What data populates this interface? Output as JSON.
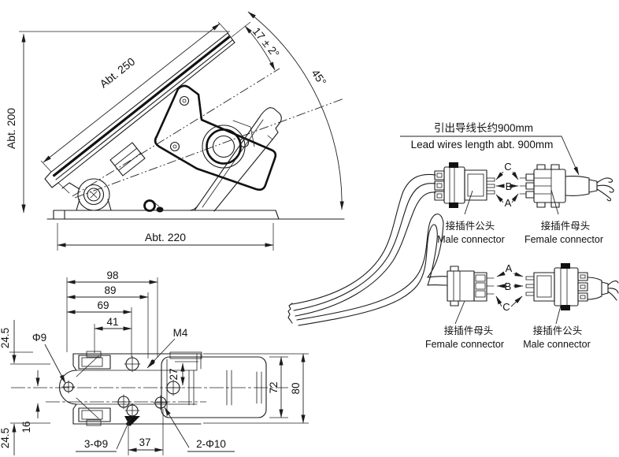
{
  "side_view": {
    "height": "Abt. 200",
    "pedal_length": "Abt. 250",
    "travel_angle": "17 ± 2°",
    "mount_angle": "45°",
    "base_length": "Abt. 220"
  },
  "wiring": {
    "note_cn": "引出导线长约900mm",
    "note_en": "Lead wires length abt. 900mm",
    "upper": {
      "pin_top": "C",
      "pin_mid": "B",
      "pin_bottom": "A",
      "left_cn": "接插件公头",
      "left_en": "Male connector",
      "right_cn": "接插件母头",
      "right_en": "Female connector"
    },
    "lower": {
      "pin_top": "A",
      "pin_mid": "B",
      "pin_bottom": "C",
      "left_cn": "接插件母头",
      "left_en": "Female connector",
      "right_cn": "接插件公头",
      "right_en": "Male connector"
    }
  },
  "top_view": {
    "w98": "98",
    "w89": "89",
    "w69": "69",
    "w41": "41",
    "hole_left": "Φ9",
    "thread": "M4",
    "h27": "27",
    "h72": "72",
    "h80": "80",
    "v245a": "24.5",
    "v16": "16",
    "v245b": "24.5",
    "holes_9": "3-Φ9",
    "w37": "37",
    "holes_10": "2-Φ10"
  }
}
